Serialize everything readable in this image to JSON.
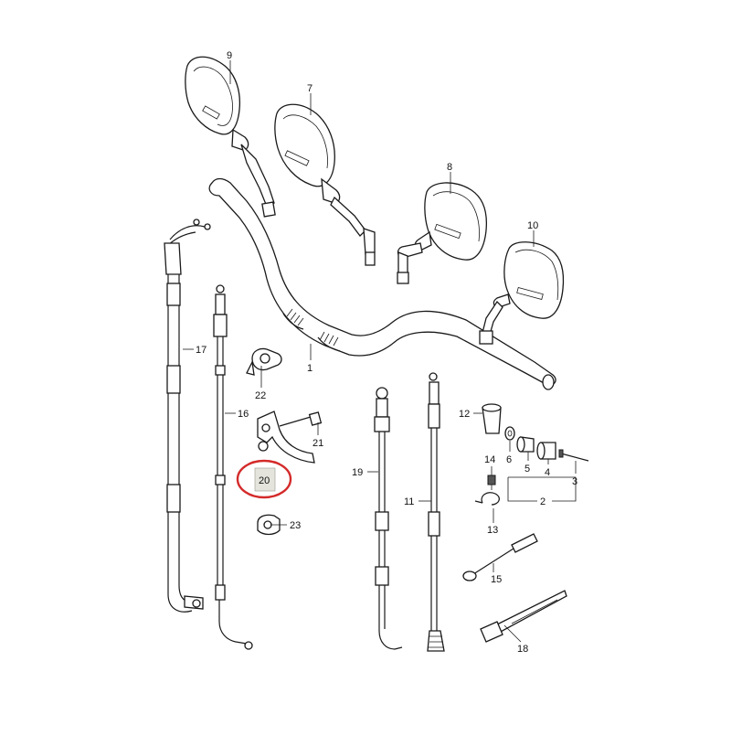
{
  "callouts": [
    {
      "id": "c1",
      "label": "1"
    },
    {
      "id": "c2",
      "label": "2"
    },
    {
      "id": "c3",
      "label": "3"
    },
    {
      "id": "c4",
      "label": "4"
    },
    {
      "id": "c5",
      "label": "5"
    },
    {
      "id": "c6",
      "label": "6"
    },
    {
      "id": "c7",
      "label": "7"
    },
    {
      "id": "c8",
      "label": "8"
    },
    {
      "id": "c9",
      "label": "9"
    },
    {
      "id": "c10",
      "label": "10"
    },
    {
      "id": "c11",
      "label": "11"
    },
    {
      "id": "c12",
      "label": "12"
    },
    {
      "id": "c13",
      "label": "13"
    },
    {
      "id": "c14",
      "label": "14"
    },
    {
      "id": "c15",
      "label": "15"
    },
    {
      "id": "c16",
      "label": "16"
    },
    {
      "id": "c17",
      "label": "17"
    },
    {
      "id": "c18",
      "label": "18"
    },
    {
      "id": "c19",
      "label": "19"
    },
    {
      "id": "c20",
      "label": "20"
    },
    {
      "id": "c21",
      "label": "21"
    },
    {
      "id": "c22",
      "label": "22"
    },
    {
      "id": "c23",
      "label": "23"
    }
  ],
  "highlight": {
    "label": "20",
    "ring_color": "#d42a2a",
    "box_color": "#e4e4dc"
  }
}
